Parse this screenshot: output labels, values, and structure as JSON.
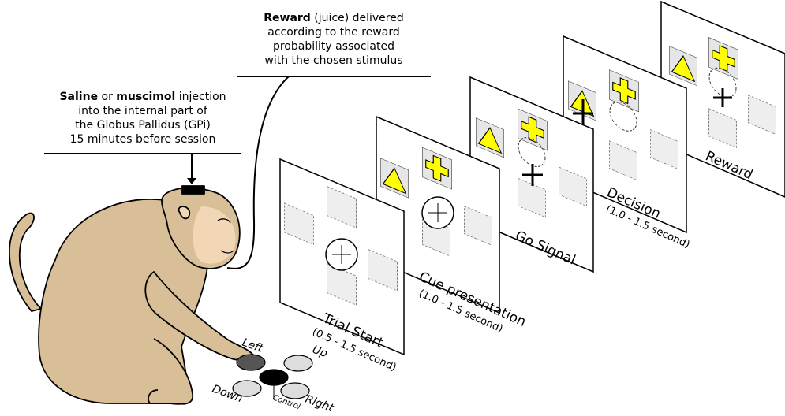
{
  "reward_note": {
    "bold": "Reward",
    "line1_rest": " (juice) delivered",
    "line2": "according to the reward",
    "line3": "probability associated",
    "line4": "with the chosen stimulus"
  },
  "injection_note": {
    "bold1": "Saline",
    "or": " or ",
    "bold2": "muscimol",
    "line1_rest": " injection",
    "line2": "into the internal part of",
    "line3": "the Globus Pallidus (GPi)",
    "line4": "15 minutes before session"
  },
  "panels": [
    {
      "title": "Trial Start",
      "duration": "(0.5 - 1.5 second)"
    },
    {
      "title": "Cue presentation",
      "duration": "(1.0 - 1.5 second)"
    },
    {
      "title": "Go Signal",
      "duration": ""
    },
    {
      "title": "Decision",
      "duration": "(1.0 - 1.5 second)"
    },
    {
      "title": "Reward",
      "duration": ""
    }
  ],
  "buttons": {
    "left": "Left",
    "up": "Up",
    "down": "Down",
    "right": "Right",
    "control": "Control"
  },
  "colors": {
    "fur": "#d9bf98",
    "fur_outline": "#000000",
    "face": "#f2d7b6",
    "stimulus": "#ffff00",
    "stimulus_bg": "#e6e6e6",
    "empty_slot": "#eeeeee",
    "button_left": "#555555",
    "button_other": "#dddddd",
    "button_control": "#000000"
  }
}
